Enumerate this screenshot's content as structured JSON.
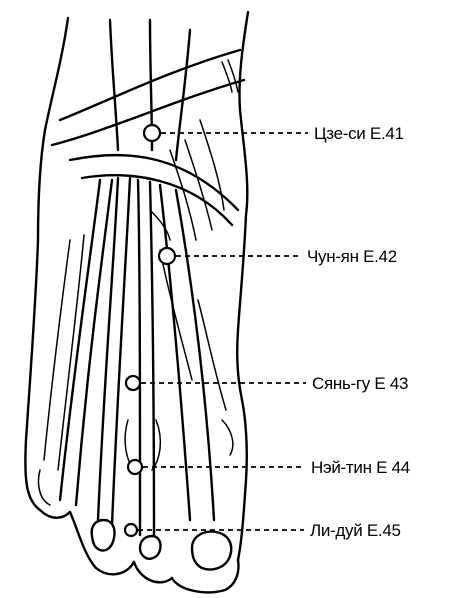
{
  "points": [
    {
      "id": "e41",
      "label": "Цзе-си Е.41"
    },
    {
      "id": "e42",
      "label": "Чун-ян Е.42"
    },
    {
      "id": "e43",
      "label": "Сянь-гу Е 43"
    },
    {
      "id": "e44",
      "label": "Нэй-тин Е 44"
    },
    {
      "id": "e45",
      "label": "Ли-дуй Е.45"
    }
  ]
}
